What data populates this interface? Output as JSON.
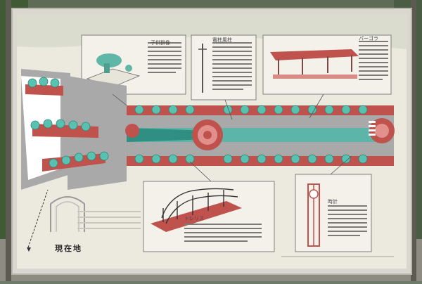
{
  "sign": {
    "title_small_1": "子供群像",
    "title_small_2": "電柱風柱",
    "title_small_3": "パーゴラ",
    "title_small_4": "トレリス",
    "title_small_5": "時計",
    "you_are_here": "現在地"
  },
  "colors": {
    "board": "#ece9df",
    "path_red": "#c0524d",
    "teal": "#4fb7a8",
    "paving_gray": "#a9a9aa",
    "frame": "#d9d7cf"
  }
}
